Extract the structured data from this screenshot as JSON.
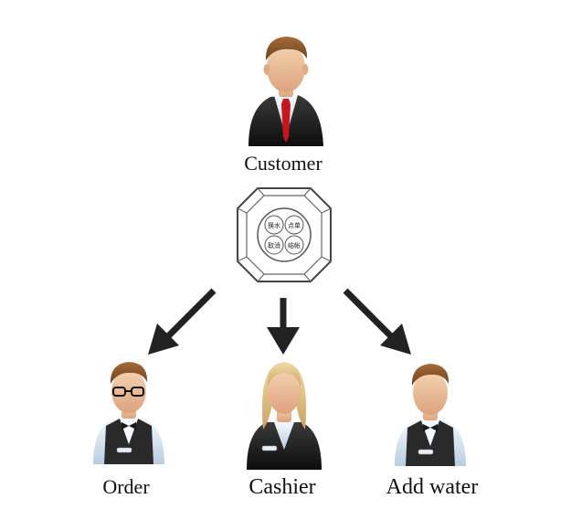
{
  "nodes": {
    "customer": {
      "label": "Customer"
    },
    "order": {
      "label": "Order"
    },
    "cashier": {
      "label": "Cashier"
    },
    "add_water": {
      "label": "Add water"
    }
  },
  "pager": {
    "buttons": [
      "换水",
      "点单",
      "取消",
      "结帐"
    ]
  },
  "colors": {
    "arrow": "#222222",
    "suit": "#1c1c1c",
    "shirt": "#dfe7f0",
    "tie": "#c8141e",
    "skin": "#f2c6a0",
    "hair_brown": "#8a5a2e",
    "hair_blonde": "#e8c98a",
    "vest": "#2a2a2a"
  }
}
